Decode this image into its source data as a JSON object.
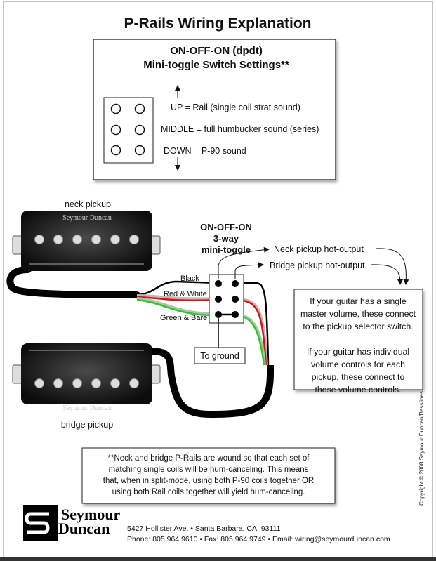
{
  "title": "P-Rails Wiring Explanation",
  "settings_box": {
    "title_line1": "ON-OFF-ON (dpdt)",
    "title_line2": "Mini-toggle Switch Settings**",
    "up": "UP = Rail (single coil strat sound)",
    "middle": "MIDDLE = full humbucker sound (series)",
    "down": "DOWN = P-90 sound"
  },
  "neck_pickup": {
    "label": "neck pickup",
    "brand": "Seymour Duncan"
  },
  "bridge_pickup": {
    "label": "bridge pickup",
    "brand": "Seymour Duncan"
  },
  "switch": {
    "line1": "ON-OFF-ON",
    "line2": "3-way",
    "line3": "mini-toggle"
  },
  "wires": {
    "black": "Black",
    "red_white": "Red & White",
    "green_bare": "Green & Bare"
  },
  "ground_label": "To ground",
  "outputs": {
    "neck": "Neck pickup hot-output",
    "bridge": "Bridge pickup hot-output"
  },
  "info_box": {
    "lines": [
      "If your guitar has a single",
      "master volume, these connect",
      "to the pickup selector switch.",
      "",
      "If your guitar has individual",
      "volume controls for each",
      "pickup, these connect to",
      "those volume controls."
    ]
  },
  "footnote": {
    "lines": [
      "**Neck and bridge P-Rails are wound so that each set of",
      "matching single coils will be hum-canceling.  This means",
      "that, when in split-mode, using both P-90 coils together OR",
      "using both Rail coils together will yield hum-canceling."
    ]
  },
  "copyright": "Copyright © 2008 Seymour Duncan/Basslines",
  "logo": {
    "line1": "Seymour",
    "line2": "Duncan"
  },
  "contact": {
    "address": "5427 Hollister Ave.  •  Santa Barbara, CA. 93111",
    "phone_line": "Phone: 805.964.9610  •  Fax: 805.964.9749  •  Email: wiring@seymourduncan.com"
  }
}
